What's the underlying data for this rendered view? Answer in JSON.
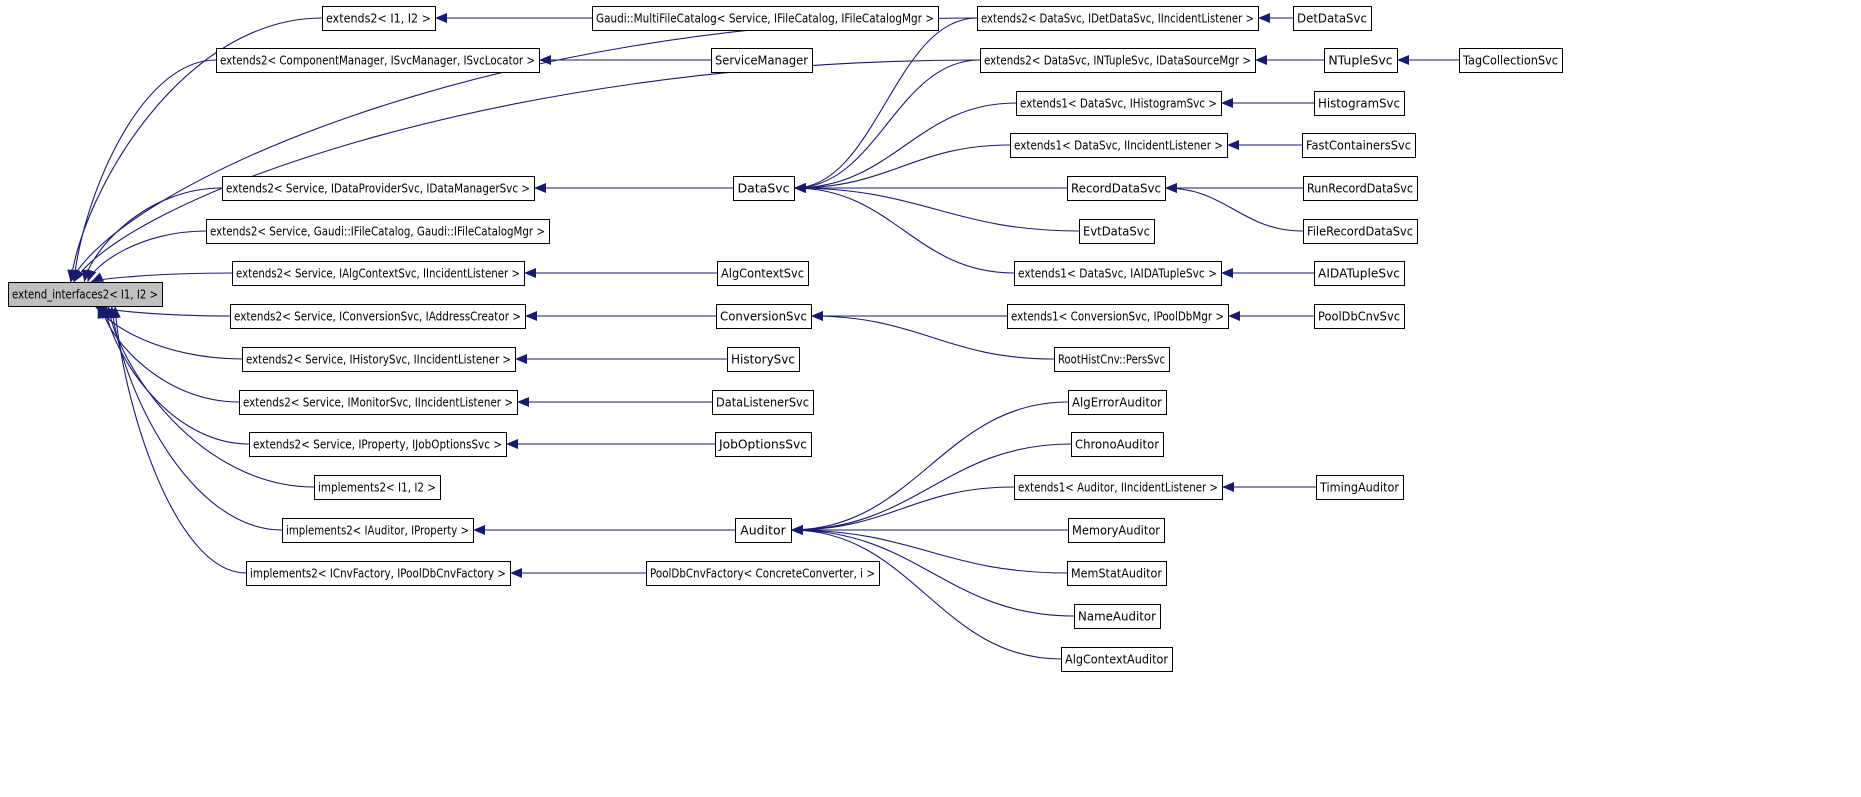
{
  "diagram": {
    "type": "inheritance-graph",
    "arrow_color": "#191970",
    "root_fill": "#bfbfbf",
    "nodes": [
      {
        "id": "root",
        "label": "extend_interfaces2< I1, I2 >",
        "root": true
      },
      {
        "id": "ext2_i1i2",
        "label": "extends2< I1, I2 >"
      },
      {
        "id": "multifilecatalog",
        "label": "Gaudi::MultiFileCatalog< Service, IFileCatalog, IFileCatalogMgr >"
      },
      {
        "id": "ext2_compmgr",
        "label": "extends2< ComponentManager, ISvcManager, ISvcLocator >"
      },
      {
        "id": "servicemanager",
        "label": "ServiceManager"
      },
      {
        "id": "ext2_datasvc_idet",
        "label": "extends2< DataSvc, IDetDataSvc, IIncidentListener >"
      },
      {
        "id": "detdatasvc",
        "label": "DetDataSvc"
      },
      {
        "id": "ext2_datasvc_intuple",
        "label": "extends2< DataSvc, INTupleSvc, IDataSourceMgr >"
      },
      {
        "id": "ntuplesvc",
        "label": "NTupleSvc"
      },
      {
        "id": "tagcollectionsvc",
        "label": "TagCollectionSvc"
      },
      {
        "id": "ext1_datasvc_ihisto",
        "label": "extends1< DataSvc, IHistogramSvc >"
      },
      {
        "id": "histogramsvc",
        "label": "HistogramSvc"
      },
      {
        "id": "ext1_datasvc_iincident",
        "label": "extends1< DataSvc, IIncidentListener >"
      },
      {
        "id": "fastcontainerssvc",
        "label": "FastContainersSvc"
      },
      {
        "id": "ext2_service_idataprov",
        "label": "extends2< Service, IDataProviderSvc, IDataManagerSvc >"
      },
      {
        "id": "datasvc",
        "label": "DataSvc"
      },
      {
        "id": "recorddatasvc",
        "label": "RecordDataSvc"
      },
      {
        "id": "runrecorddatasvc",
        "label": "RunRecordDataSvc"
      },
      {
        "id": "ext2_service_ifilecatalog",
        "label": "extends2< Service, Gaudi::IFileCatalog, Gaudi::IFileCatalogMgr >"
      },
      {
        "id": "filerecorddatasvc",
        "label": "FileRecordDataSvc"
      },
      {
        "id": "evtdatasvc",
        "label": "EvtDataSvc"
      },
      {
        "id": "ext2_service_ialgctx",
        "label": "extends2< Service, IAlgContextSvc, IIncidentListener >"
      },
      {
        "id": "algcontextsvc",
        "label": "AlgContextSvc"
      },
      {
        "id": "ext1_datasvc_iaida",
        "label": "extends1< DataSvc, IAIDATupleSvc >"
      },
      {
        "id": "aidatuplesvc",
        "label": "AIDATupleSvc"
      },
      {
        "id": "ext2_service_iconv",
        "label": "extends2< Service, IConversionSvc, IAddressCreator >"
      },
      {
        "id": "conversionsvc",
        "label": "ConversionSvc"
      },
      {
        "id": "ext1_conv_ipooldb",
        "label": "extends1< ConversionSvc, IPoolDbMgr >"
      },
      {
        "id": "pooldbcnvsvc",
        "label": "PoolDbCnvSvc"
      },
      {
        "id": "roothistcnv",
        "label": "RootHistCnv::PersSvc"
      },
      {
        "id": "ext2_service_ihistory",
        "label": "extends2< Service, IHistorySvc, IIncidentListener >"
      },
      {
        "id": "historysvc",
        "label": "HistorySvc"
      },
      {
        "id": "ext2_service_imonitor",
        "label": "extends2< Service, IMonitorSvc, IIncidentListener >"
      },
      {
        "id": "datalistenersvc",
        "label": "DataListenerSvc"
      },
      {
        "id": "algerrorauditor",
        "label": "AlgErrorAuditor"
      },
      {
        "id": "ext2_service_iproperty",
        "label": "extends2< Service, IProperty, IJobOptionsSvc >"
      },
      {
        "id": "joboptionssvc",
        "label": "JobOptionsSvc"
      },
      {
        "id": "chronoauditor",
        "label": "ChronoAuditor"
      },
      {
        "id": "impl2_i1i2",
        "label": "implements2< I1, I2 >"
      },
      {
        "id": "ext1_auditor_iincident",
        "label": "extends1< Auditor, IIncidentListener >"
      },
      {
        "id": "timingauditor",
        "label": "TimingAuditor"
      },
      {
        "id": "impl2_iauditor",
        "label": "implements2< IAuditor, IProperty >"
      },
      {
        "id": "auditor",
        "label": "Auditor"
      },
      {
        "id": "memoryauditor",
        "label": "MemoryAuditor"
      },
      {
        "id": "impl2_icnvfactory",
        "label": "implements2< ICnvFactory, IPoolDbCnvFactory >"
      },
      {
        "id": "pooldbcnvfactory",
        "label": "PoolDbCnvFactory< ConcreteConverter, i >"
      },
      {
        "id": "memstatauditor",
        "label": "MemStatAuditor"
      },
      {
        "id": "nameauditor",
        "label": "NameAuditor"
      },
      {
        "id": "algcontextauditor",
        "label": "AlgContextAuditor"
      }
    ],
    "edges": [
      {
        "from": "ext2_i1i2",
        "to": "root"
      },
      {
        "from": "ext2_compmgr",
        "to": "root"
      },
      {
        "from": "ext2_datasvc_idet",
        "to": "root"
      },
      {
        "from": "ext2_datasvc_intuple",
        "to": "root"
      },
      {
        "from": "ext2_service_idataprov",
        "to": "root"
      },
      {
        "from": "ext2_service_ifilecatalog",
        "to": "root"
      },
      {
        "from": "ext2_service_ialgctx",
        "to": "root"
      },
      {
        "from": "ext2_service_iconv",
        "to": "root"
      },
      {
        "from": "ext2_service_ihistory",
        "to": "root"
      },
      {
        "from": "ext2_service_imonitor",
        "to": "root"
      },
      {
        "from": "ext2_service_iproperty",
        "to": "root"
      },
      {
        "from": "impl2_i1i2",
        "to": "root"
      },
      {
        "from": "impl2_iauditor",
        "to": "root"
      },
      {
        "from": "impl2_icnvfactory",
        "to": "root"
      },
      {
        "from": "multifilecatalog",
        "to": "ext2_i1i2"
      },
      {
        "from": "servicemanager",
        "to": "ext2_compmgr"
      },
      {
        "from": "detdatasvc",
        "to": "ext2_datasvc_idet"
      },
      {
        "from": "ntuplesvc",
        "to": "ext2_datasvc_intuple"
      },
      {
        "from": "tagcollectionsvc",
        "to": "ntuplesvc"
      },
      {
        "from": "histogramsvc",
        "to": "ext1_datasvc_ihisto"
      },
      {
        "from": "fastcontainerssvc",
        "to": "ext1_datasvc_iincident"
      },
      {
        "from": "datasvc",
        "to": "ext2_service_idataprov"
      },
      {
        "from": "ext2_datasvc_idet",
        "to": "datasvc"
      },
      {
        "from": "ext2_datasvc_intuple",
        "to": "datasvc"
      },
      {
        "from": "ext1_datasvc_ihisto",
        "to": "datasvc"
      },
      {
        "from": "ext1_datasvc_iincident",
        "to": "datasvc"
      },
      {
        "from": "recorddatasvc",
        "to": "datasvc"
      },
      {
        "from": "evtdatasvc",
        "to": "datasvc"
      },
      {
        "from": "ext1_datasvc_iaida",
        "to": "datasvc"
      },
      {
        "from": "runrecorddatasvc",
        "to": "recorddatasvc"
      },
      {
        "from": "filerecorddatasvc",
        "to": "recorddatasvc"
      },
      {
        "from": "algcontextsvc",
        "to": "ext2_service_ialgctx"
      },
      {
        "from": "aidatuplesvc",
        "to": "ext1_datasvc_iaida"
      },
      {
        "from": "conversionsvc",
        "to": "ext2_service_iconv"
      },
      {
        "from": "ext1_conv_ipooldb",
        "to": "conversionsvc"
      },
      {
        "from": "roothistcnv",
        "to": "conversionsvc"
      },
      {
        "from": "pooldbcnvsvc",
        "to": "ext1_conv_ipooldb"
      },
      {
        "from": "historysvc",
        "to": "ext2_service_ihistory"
      },
      {
        "from": "datalistenersvc",
        "to": "ext2_service_imonitor"
      },
      {
        "from": "joboptionssvc",
        "to": "ext2_service_iproperty"
      },
      {
        "from": "auditor",
        "to": "impl2_iauditor"
      },
      {
        "from": "algerrorauditor",
        "to": "auditor"
      },
      {
        "from": "chronoauditor",
        "to": "auditor"
      },
      {
        "from": "ext1_auditor_iincident",
        "to": "auditor"
      },
      {
        "from": "memoryauditor",
        "to": "auditor"
      },
      {
        "from": "memstatauditor",
        "to": "auditor"
      },
      {
        "from": "nameauditor",
        "to": "auditor"
      },
      {
        "from": "algcontextauditor",
        "to": "auditor"
      },
      {
        "from": "timingauditor",
        "to": "ext1_auditor_iincident"
      },
      {
        "from": "pooldbcnvfactory",
        "to": "impl2_icnvfactory"
      }
    ]
  }
}
